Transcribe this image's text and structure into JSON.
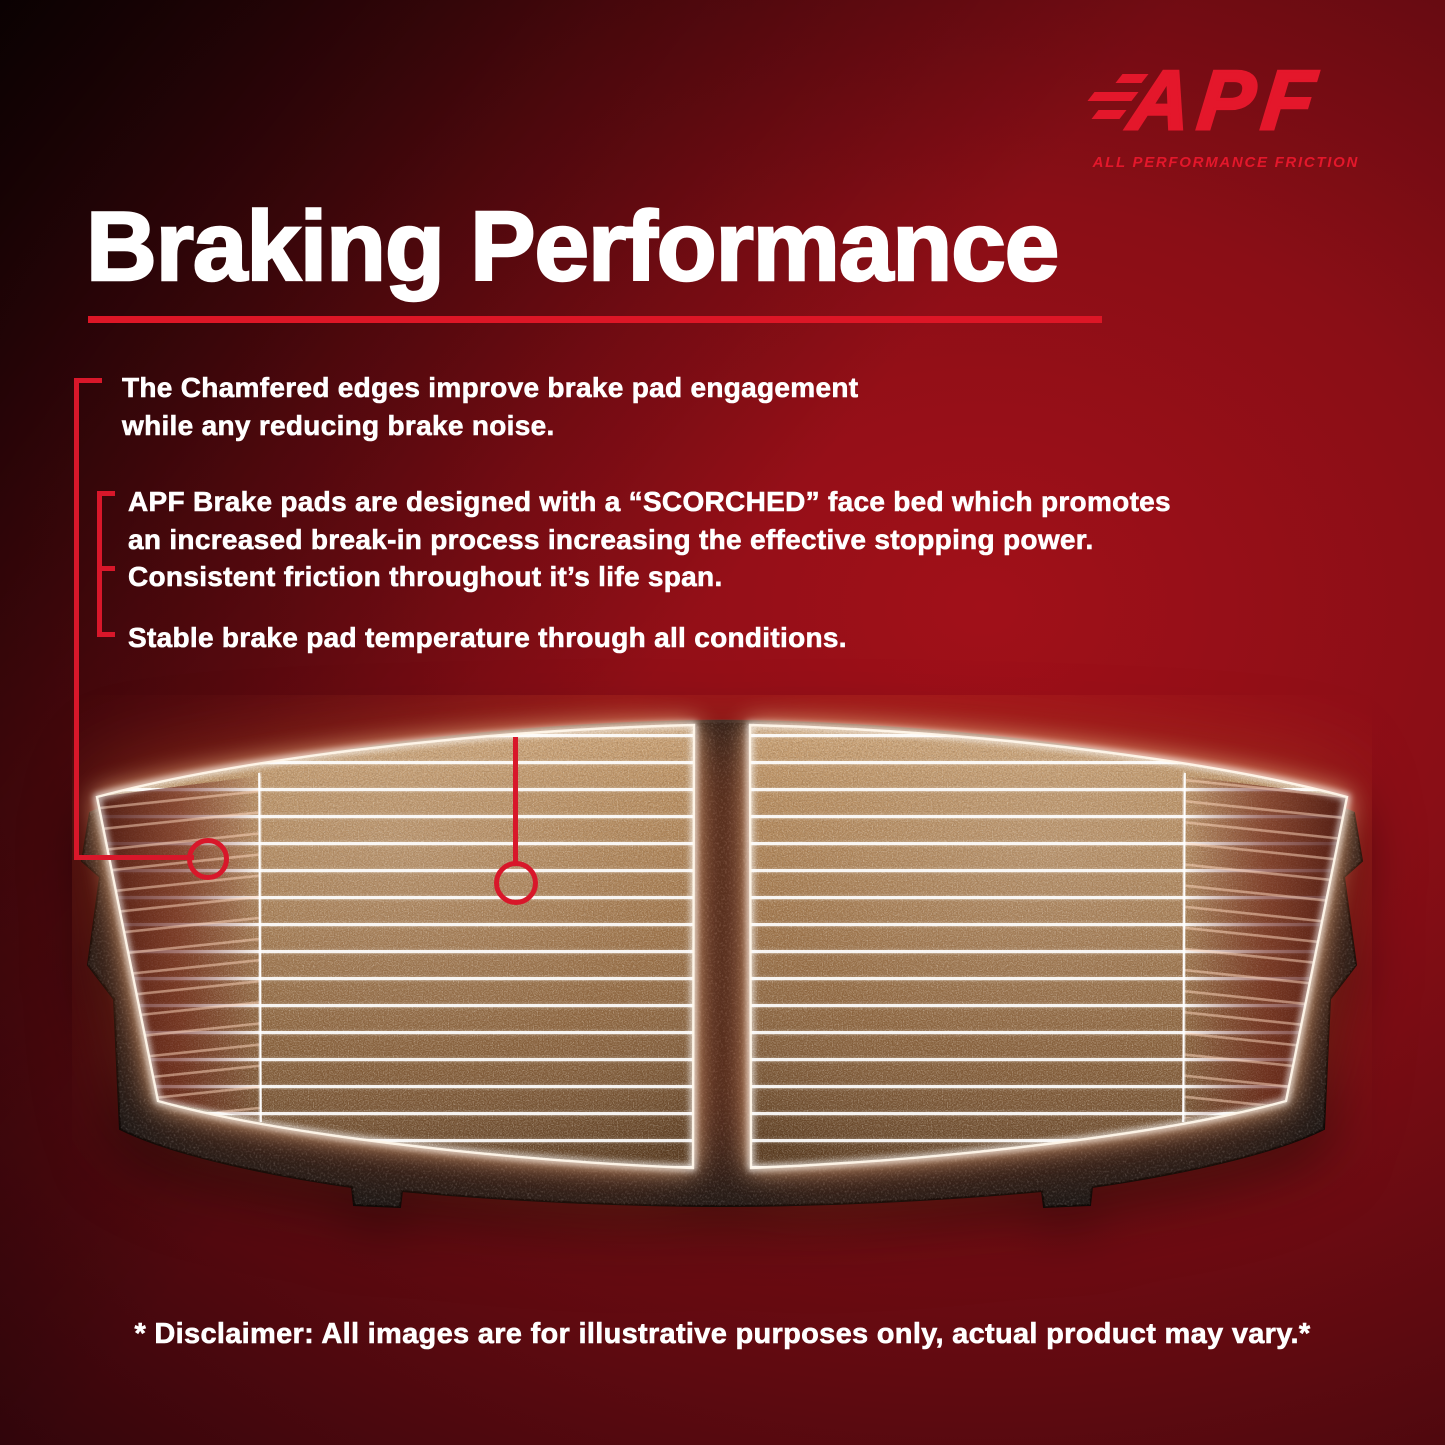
{
  "colors": {
    "accent": "#dd1626",
    "heading": "#ffffff",
    "background_red": "#8a0e16"
  },
  "logo": {
    "wordmark": "APF",
    "tagline": "ALL PERFORMANCE FRICTION"
  },
  "header": {
    "title": "Braking Performance"
  },
  "bullets": [
    {
      "lines": [
        "The Chamfered edges improve brake pad engagement",
        "while any reducing brake noise."
      ]
    },
    {
      "lines": [
        "APF Brake pads are designed with a “SCORCHED” face bed which promotes",
        "an increased break-in process increasing the effective stopping power."
      ]
    },
    {
      "lines": [
        "Consistent friction throughout it’s life span."
      ]
    },
    {
      "lines": [
        "Stable brake pad temperature through all conditions."
      ]
    }
  ],
  "disclaimer": "* Disclaimer: All images are for illustrative purposes only, actual product may vary.*"
}
